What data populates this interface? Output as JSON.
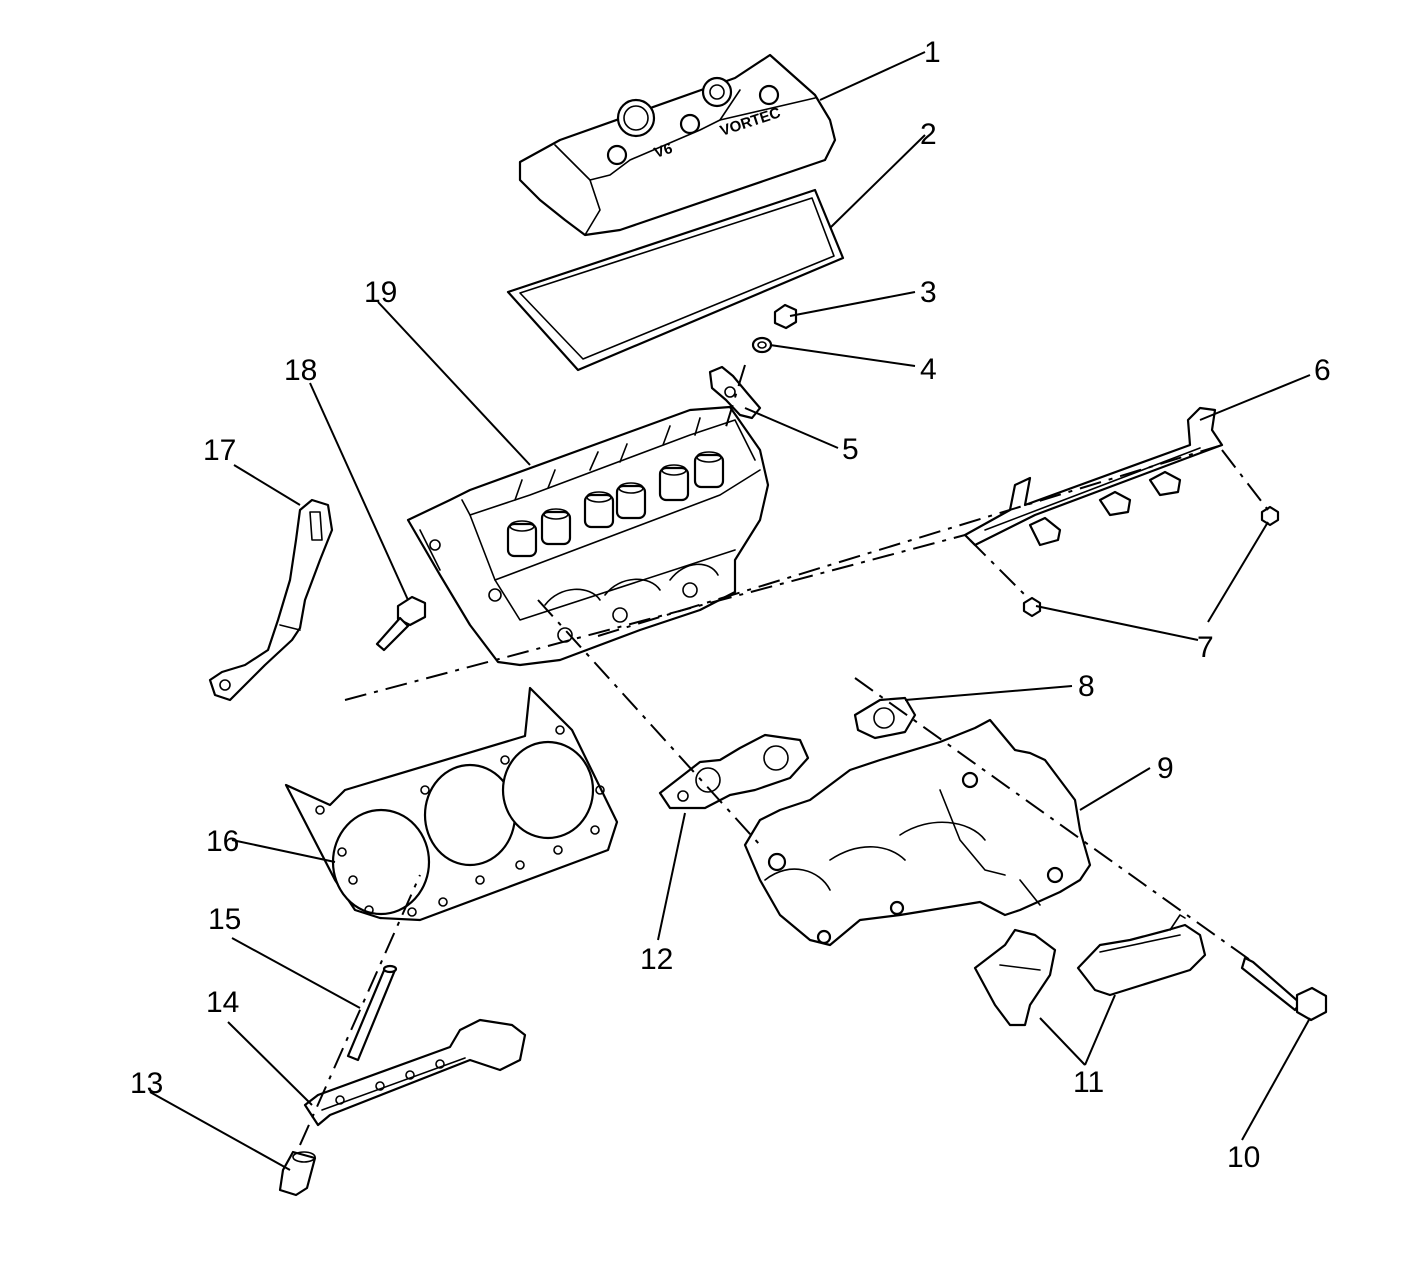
{
  "callouts": [
    {
      "id": "1",
      "label": "1"
    },
    {
      "id": "2",
      "label": "2"
    },
    {
      "id": "3",
      "label": "3"
    },
    {
      "id": "4",
      "label": "4"
    },
    {
      "id": "5",
      "label": "5"
    },
    {
      "id": "6",
      "label": "6"
    },
    {
      "id": "7",
      "label": "7"
    },
    {
      "id": "8",
      "label": "8"
    },
    {
      "id": "9",
      "label": "9"
    },
    {
      "id": "10",
      "label": "10"
    },
    {
      "id": "11",
      "label": "11"
    },
    {
      "id": "12",
      "label": "12"
    },
    {
      "id": "13",
      "label": "13"
    },
    {
      "id": "14",
      "label": "14"
    },
    {
      "id": "15",
      "label": "15"
    },
    {
      "id": "16",
      "label": "16"
    },
    {
      "id": "17",
      "label": "17"
    },
    {
      "id": "18",
      "label": "18"
    },
    {
      "id": "19",
      "label": "19"
    }
  ],
  "cover_text": {
    "left": "V6",
    "right": "VORTEC"
  }
}
